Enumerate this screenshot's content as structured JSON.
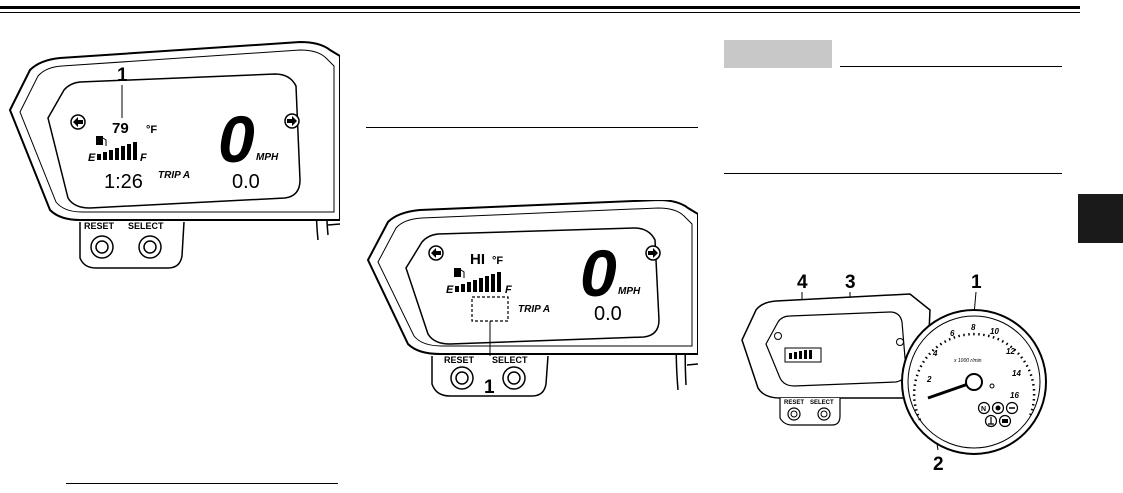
{
  "fig1": {
    "callout": "1",
    "temp_value": "79",
    "temp_unit": "°F",
    "fuel_empty": "E",
    "fuel_full": "F",
    "clock": "1:26",
    "trip_label": "TRIP A",
    "speed": "0",
    "speed_unit": "MPH",
    "odometer": "0.0",
    "reset_label": "RESET",
    "select_label": "SELECT"
  },
  "fig2": {
    "callout": "1",
    "temp_value": "HI",
    "temp_unit": "°F",
    "fuel_empty": "E",
    "fuel_full": "F",
    "trip_label": "TRIP A",
    "speed": "0",
    "speed_unit": "MPH",
    "odometer": "0.0",
    "reset_label": "RESET",
    "select_label": "SELECT"
  },
  "fig3": {
    "callouts": [
      "4",
      "3",
      "1",
      "2"
    ],
    "reset_label": "RESET",
    "select_label": "SELECT",
    "tach_scale": "x 1000 r/min",
    "tach_ticks": [
      "2",
      "4",
      "6",
      "8",
      "10",
      "12",
      "14",
      "16"
    ]
  },
  "colors": {
    "ink": "#000000",
    "note_box": "#c8c8c8",
    "side_tab": "#1a1a1a"
  }
}
